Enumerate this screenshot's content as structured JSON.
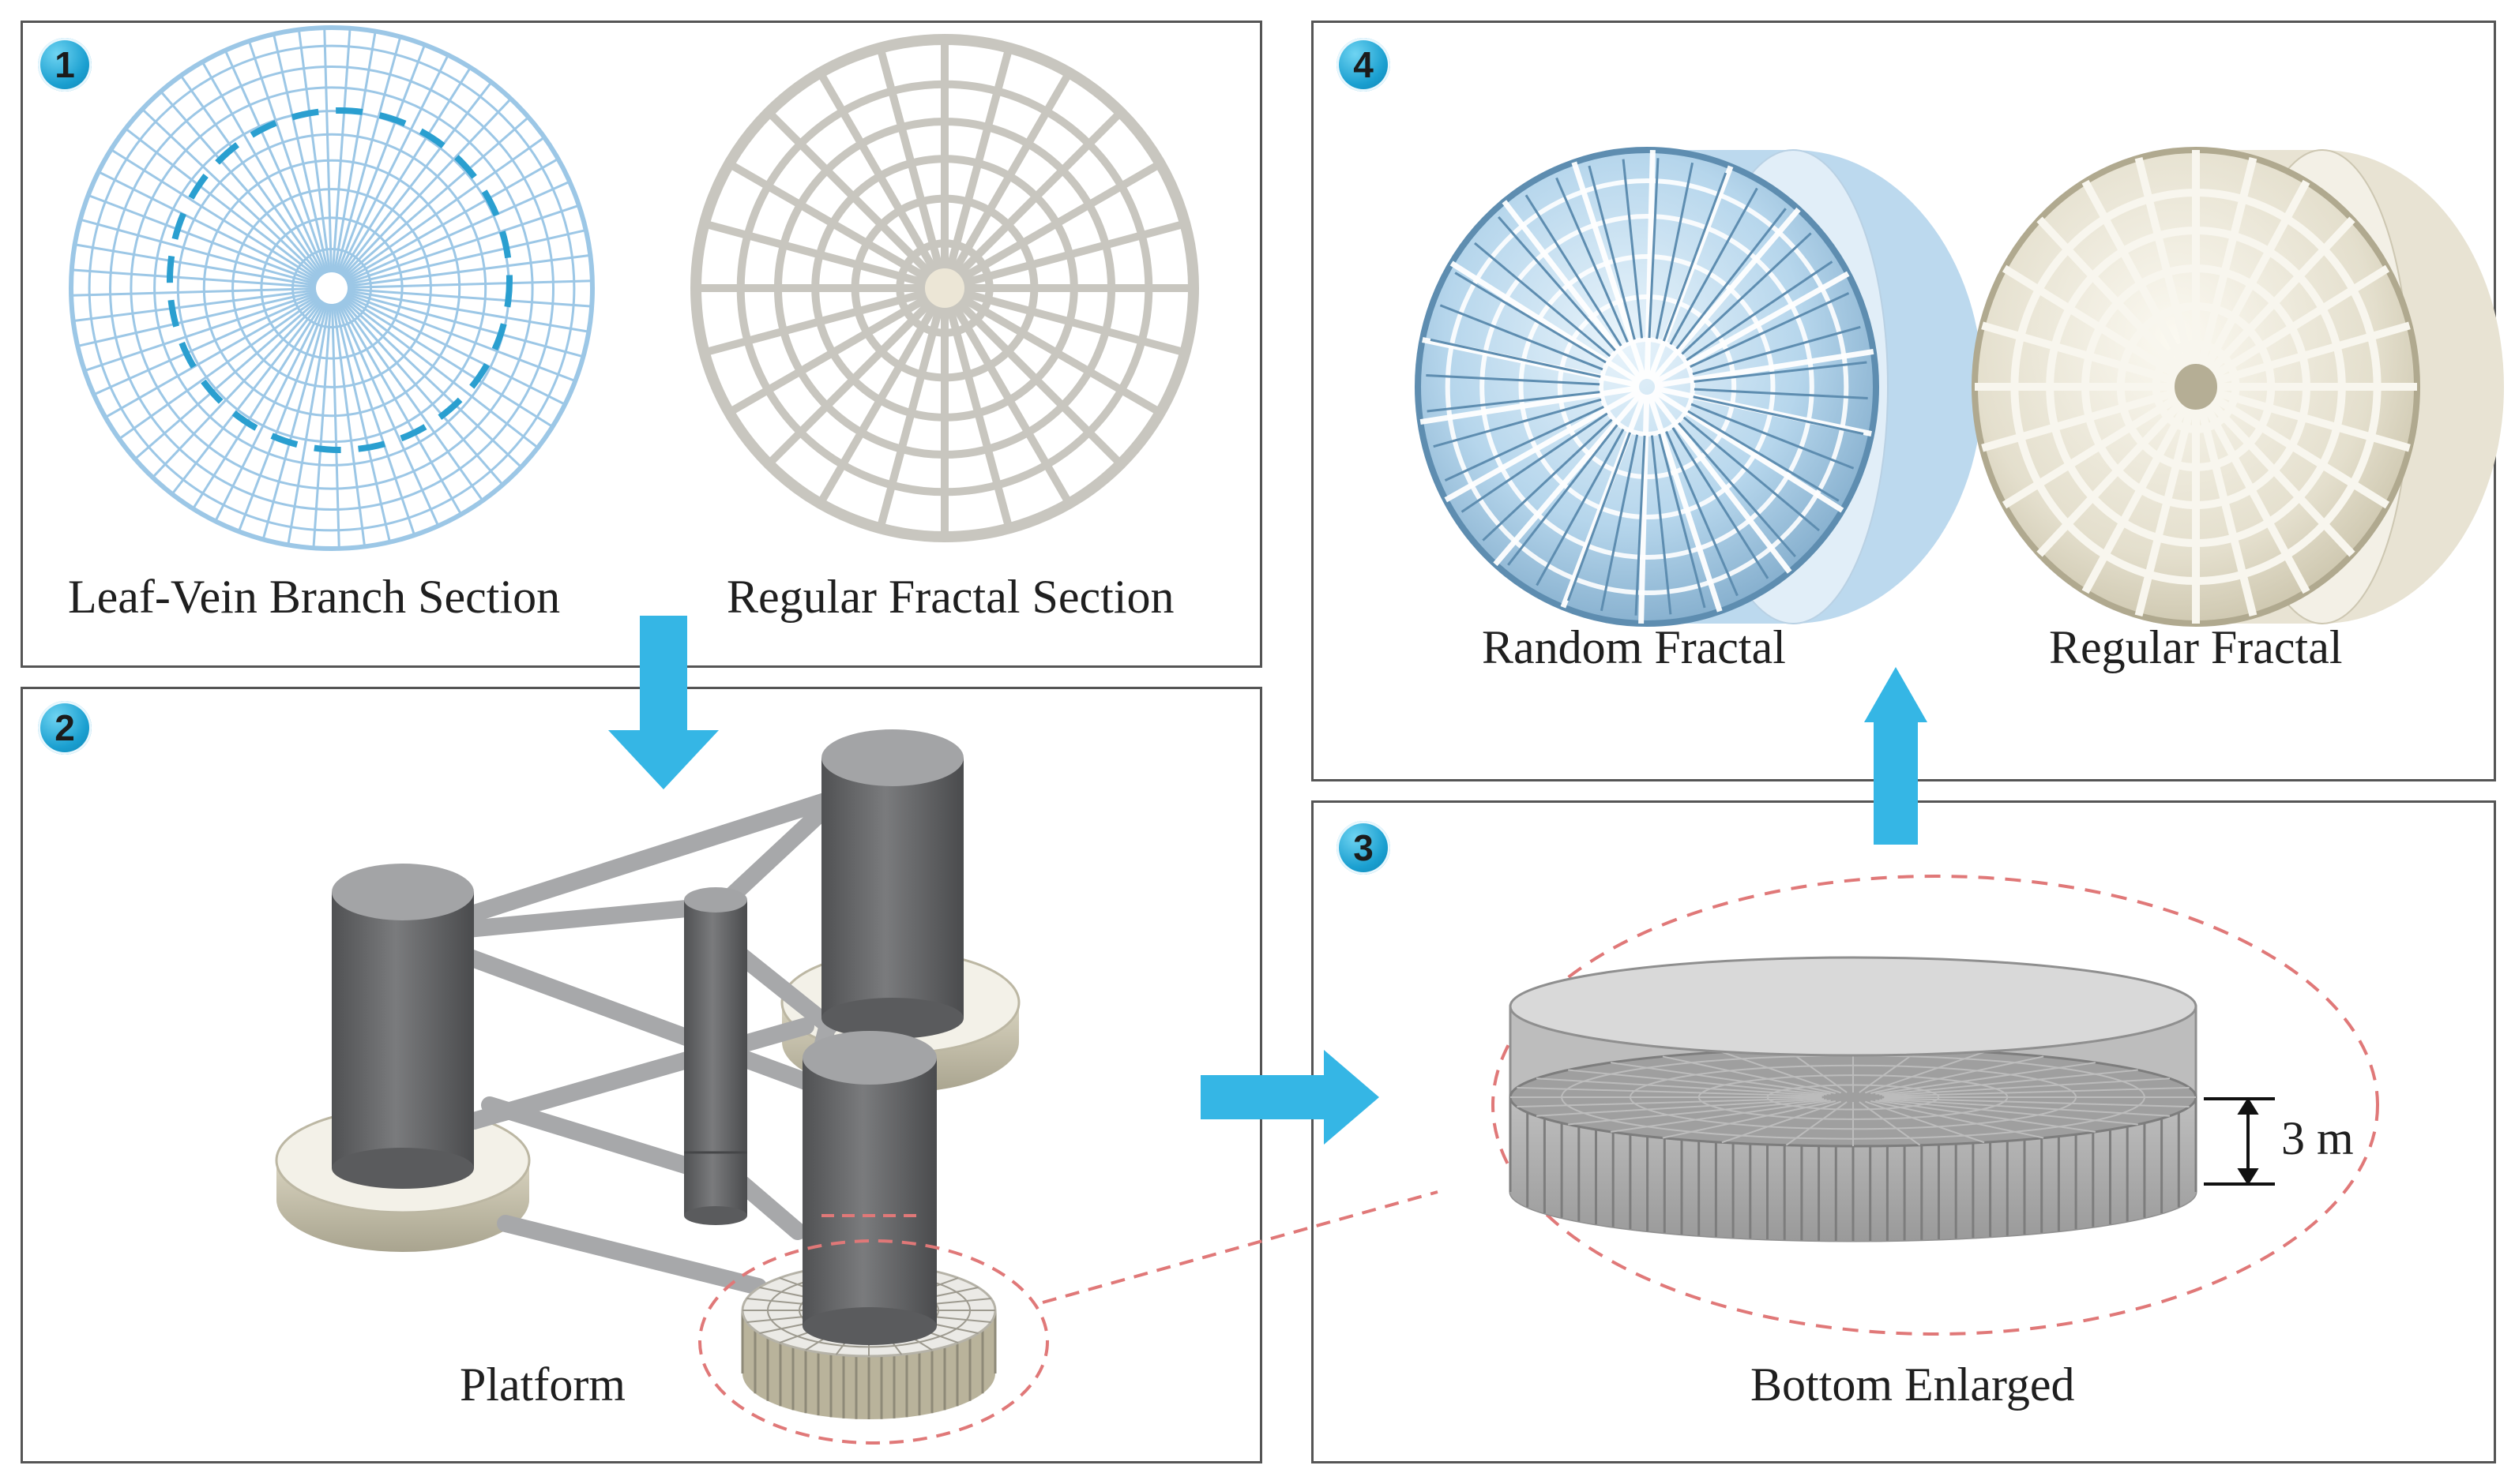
{
  "panels": {
    "p1": {
      "badge": "1",
      "labels": {
        "left": "Leaf-Vein Branch Section",
        "right": "Regular Fractal Section"
      }
    },
    "p2": {
      "badge": "2",
      "labels": {
        "main": "Platform"
      }
    },
    "p3": {
      "badge": "3",
      "labels": {
        "main": "Bottom Enlarged",
        "dimension": "3 m"
      }
    },
    "p4": {
      "badge": "4",
      "labels": {
        "left": "Random Fractal",
        "right": "Regular Fractal"
      }
    }
  },
  "colors": {
    "arrow": "#35b6e5",
    "leaf_vein": "#9cc7e6",
    "dashed_circle": "#2a9fd0",
    "highlight_dash": "#e07878",
    "column": "#6e6f71",
    "base": "#dedbcc"
  }
}
